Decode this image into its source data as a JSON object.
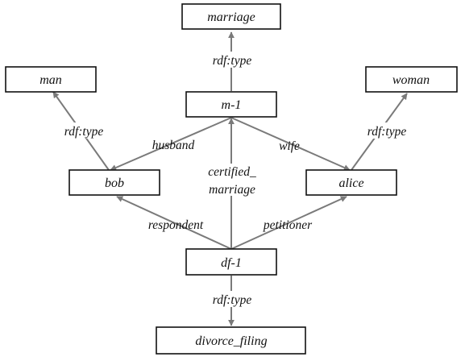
{
  "diagram": {
    "nodes": {
      "marriage": "marriage",
      "man": "man",
      "m1": "m-1",
      "woman": "woman",
      "bob": "bob",
      "alice": "alice",
      "df1": "df-1",
      "divorce_filing": "divorce_filing"
    },
    "edges": {
      "m1_type": "rdf:type",
      "bob_type": "rdf:type",
      "alice_type": "rdf:type",
      "husband": "husband",
      "wife": "wife",
      "certified_1": "certified_",
      "certified_2": "marriage",
      "respondent": "respondent",
      "petitioner": "petitioner",
      "df1_type": "rdf:type"
    },
    "colors": {
      "edge": "#7a7a7a",
      "node_border": "#111111",
      "text": "#111111",
      "background": "#ffffff"
    }
  }
}
